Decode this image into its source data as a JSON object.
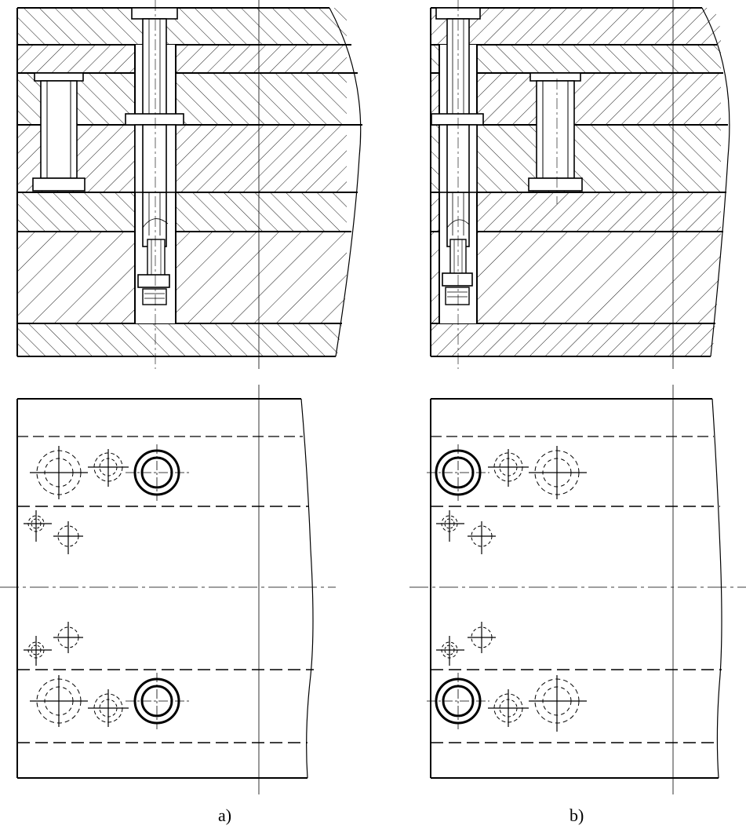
{
  "figure": {
    "panels": [
      {
        "id": "a",
        "label": "a)"
      },
      {
        "id": "b",
        "label": "b)"
      }
    ],
    "colors": {
      "ink": "#000000",
      "paper": "#ffffff"
    }
  }
}
